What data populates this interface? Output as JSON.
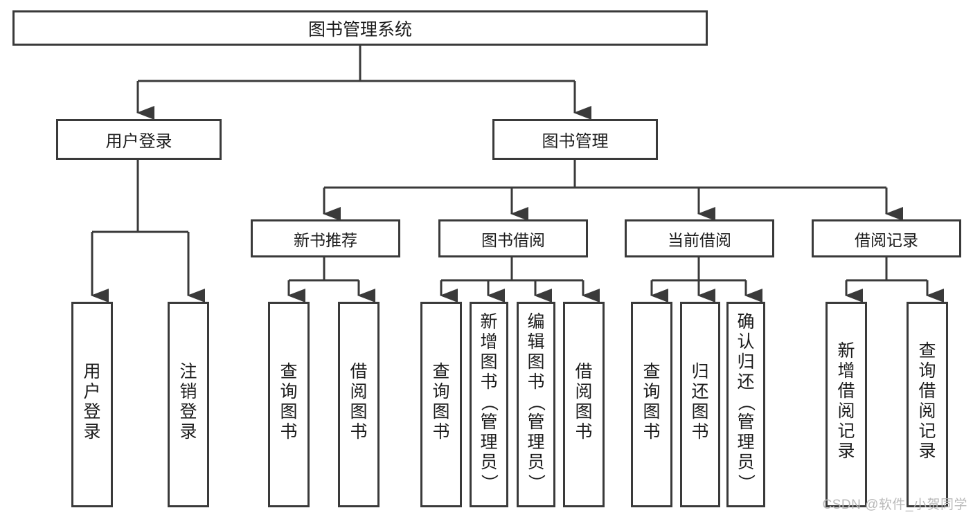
{
  "diagram": {
    "title": "图书管理系统",
    "type": "tree",
    "colors": {
      "border": "#3a3a3a",
      "fill": "#ffffff",
      "text": "#1c1c1c",
      "edge": "#3a3a3a",
      "watermark": "#b9b9b9"
    },
    "root": {
      "label": "图书管理系统"
    },
    "level2": [
      {
        "label": "用户登录"
      },
      {
        "label": "图书管理"
      }
    ],
    "level3": [
      {
        "label": "新书推荐"
      },
      {
        "label": "图书借阅"
      },
      {
        "label": "当前借阅"
      },
      {
        "label": "借阅记录"
      }
    ],
    "leaves": {
      "user_login": [
        {
          "label": "用户登录",
          "lines": "用\n户\n登\n录"
        },
        {
          "label": "注销登录",
          "lines": "注\n销\n登\n录"
        }
      ],
      "new_book": [
        {
          "label": "查询图书",
          "lines": "查\n询\n图\n书"
        },
        {
          "label": "借阅图书",
          "lines": "借\n阅\n图\n书"
        }
      ],
      "borrow_book": [
        {
          "label": "查询图书",
          "lines": "查\n询\n图\n书"
        },
        {
          "label": "新增图书（管理员）",
          "pre": "新\n增\n图\n书\n",
          "open": "（",
          "mid": "管\n理\n员\n",
          "close": "）"
        },
        {
          "label": "编辑图书（管理员）",
          "pre": "编\n辑\n图\n书\n",
          "open": "（",
          "mid": "管\n理\n员\n",
          "close": "）"
        },
        {
          "label": "借阅图书",
          "lines": "借\n阅\n图\n书"
        }
      ],
      "current_borrow": [
        {
          "label": "查询图书",
          "lines": "查\n询\n图\n书"
        },
        {
          "label": "归还图书",
          "lines": "归\n还\n图\n书"
        },
        {
          "label": "确认归还（管理员）",
          "pre": "确\n认\n归\n还\n",
          "open": "（",
          "mid": "管\n理\n员\n",
          "close": "）"
        }
      ],
      "borrow_record": [
        {
          "label": "新增借阅记录",
          "lines": "新\n增\n借\n阅\n记\n录"
        },
        {
          "label": "查询借阅记录",
          "lines": "查\n询\n借\n阅\n记\n录"
        }
      ]
    },
    "watermark": "CSDN @软件_小贺同学"
  }
}
